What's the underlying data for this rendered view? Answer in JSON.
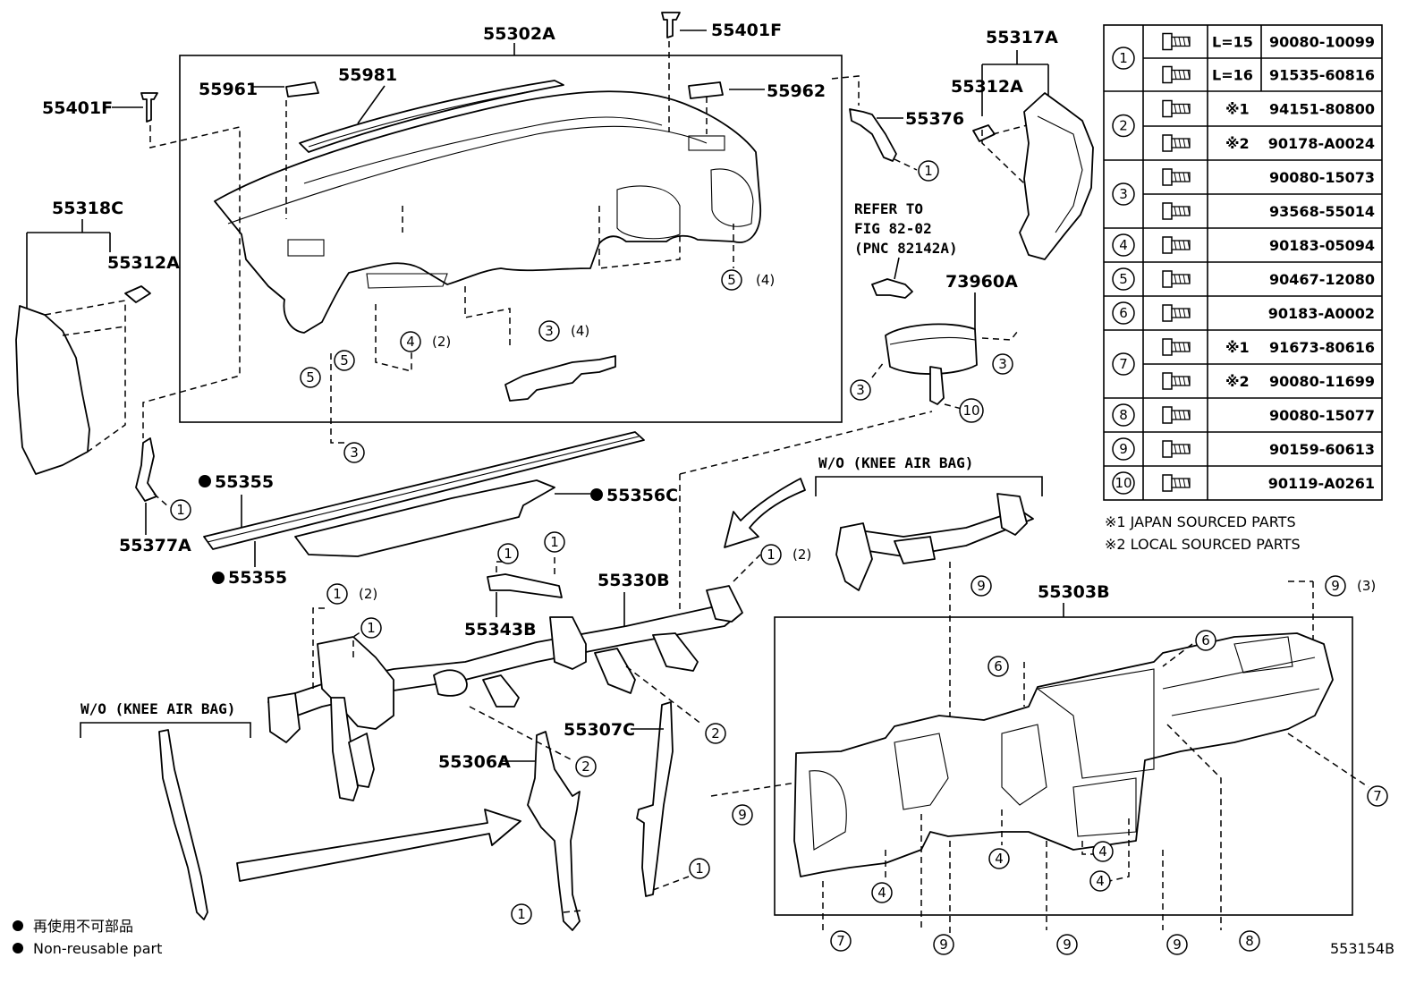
{
  "part_labels": {
    "p55302A": "55302A",
    "p55401F_top": "55401F",
    "p55401F_left": "55401F",
    "p55961": "55961",
    "p55981": "55981",
    "p55962": "55962",
    "p55317A": "55317A",
    "p55312A_right": "55312A",
    "p55376": "55376",
    "p55318C": "55318C",
    "p55312A_left": "55312A",
    "p73960A": "73960A",
    "p55355_top": "55355",
    "p55355_bottom": "55355",
    "p55356C": "55356C",
    "p55377A": "55377A",
    "p55330B": "55330B",
    "p55343B": "55343B",
    "p55307C": "55307C",
    "p55306A": "55306A",
    "p55303B": "55303B"
  },
  "refer": {
    "line1": "REFER TO",
    "line2": "FIG 82-02",
    "line3": "(PNC 82142A)"
  },
  "wo_knee_top": "W/O (KNEE AIR BAG)",
  "wo_knee_left": "W/O (KNEE AIR BAG)",
  "fastener_table": {
    "rows": [
      {
        "num": "1",
        "len": "L=15",
        "mark": "",
        "part": "90080-10099"
      },
      {
        "num": "",
        "len": "L=16",
        "mark": "",
        "part": "91535-60816"
      },
      {
        "num": "2",
        "len": "",
        "mark": "※1",
        "part": "94151-80800"
      },
      {
        "num": "",
        "len": "",
        "mark": "※2",
        "part": "90178-A0024"
      },
      {
        "num": "3",
        "len": "",
        "mark": "",
        "part": "90080-15073"
      },
      {
        "num": "",
        "len": "",
        "mark": "",
        "part": "93568-55014"
      },
      {
        "num": "4",
        "len": "",
        "mark": "",
        "part": "90183-05094"
      },
      {
        "num": "5",
        "len": "",
        "mark": "",
        "part": "90467-12080"
      },
      {
        "num": "6",
        "len": "",
        "mark": "",
        "part": "90183-A0002"
      },
      {
        "num": "7",
        "len": "",
        "mark": "※1",
        "part": "91673-80616"
      },
      {
        "num": "",
        "len": "",
        "mark": "※2",
        "part": "90080-11699"
      },
      {
        "num": "8",
        "len": "",
        "mark": "",
        "part": "90080-15077"
      },
      {
        "num": "9",
        "len": "",
        "mark": "",
        "part": "90159-60613"
      },
      {
        "num": "10",
        "len": "",
        "mark": "",
        "part": "90119-A0261"
      }
    ]
  },
  "notes": {
    "japan": "※1 JAPAN SOURCED PARTS",
    "local": "※2 LOCAL SOURCED PARTS"
  },
  "legend": {
    "jp": "再使用不可部品",
    "en": "Non-reusable part"
  },
  "callouts": {
    "c1": "1",
    "c2": "2",
    "c3": "3",
    "c4": "4",
    "c5": "5",
    "c6": "6",
    "c7": "7",
    "c8": "8",
    "c9": "9",
    "c10": "10",
    "q2": "(2)",
    "q3": "(3)",
    "q4": "(4)"
  },
  "figure_id": "553154B"
}
